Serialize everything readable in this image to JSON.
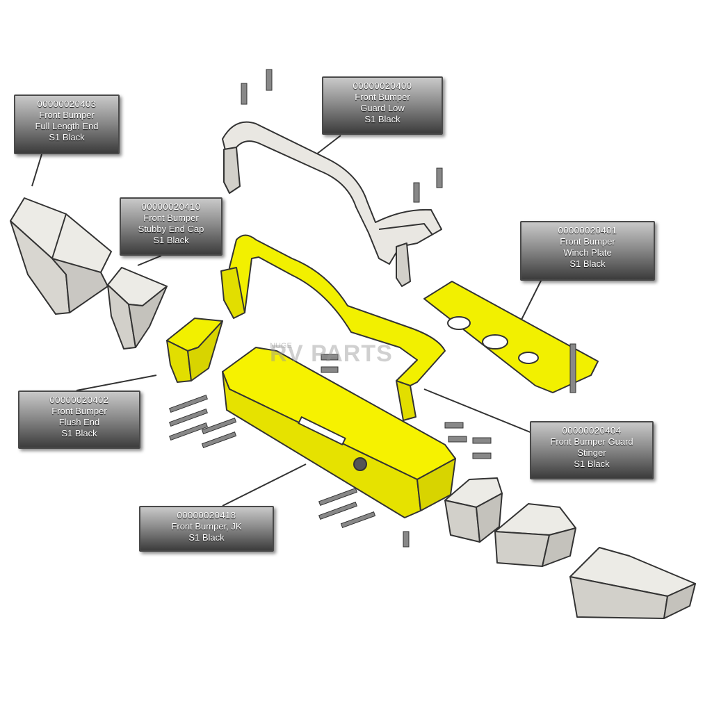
{
  "colors": {
    "accent_part": "#f2f000",
    "plain_part": "#e9e7e2",
    "outline": "#333333",
    "callout_dark": "#3c3c3c"
  },
  "watermark": {
    "text": "RV PARTS",
    "small": "NUGE"
  },
  "callouts": {
    "full_length_end": {
      "pn": "00000020403",
      "line1": "Front Bumper",
      "line2": "Full Length End",
      "line3": "S1 Black"
    },
    "guard_low": {
      "pn": "00000020400",
      "line1": "Front Bumper",
      "line2": "Guard Low",
      "line3": "S1 Black"
    },
    "stubby_end_cap": {
      "pn": "00000020410",
      "line1": "Front Bumper",
      "line2": "Stubby End Cap",
      "line3": "S1 Black"
    },
    "winch_plate": {
      "pn": "00000020401",
      "line1": "Front Bumper",
      "line2": "Winch Plate",
      "line3": "S1 Black"
    },
    "flush_end": {
      "pn": "00000020402",
      "line1": "Front Bumper",
      "line2": "Flush End",
      "line3": "S1 Black"
    },
    "guard_stinger": {
      "pn": "00000020404",
      "line1": "Front Bumper Guard",
      "line2": "Stinger",
      "line3": "S1 Black"
    },
    "bumper_jk": {
      "pn": "00000020418",
      "line1": "Front Bumper, JK",
      "line3": "S1 Black"
    }
  }
}
